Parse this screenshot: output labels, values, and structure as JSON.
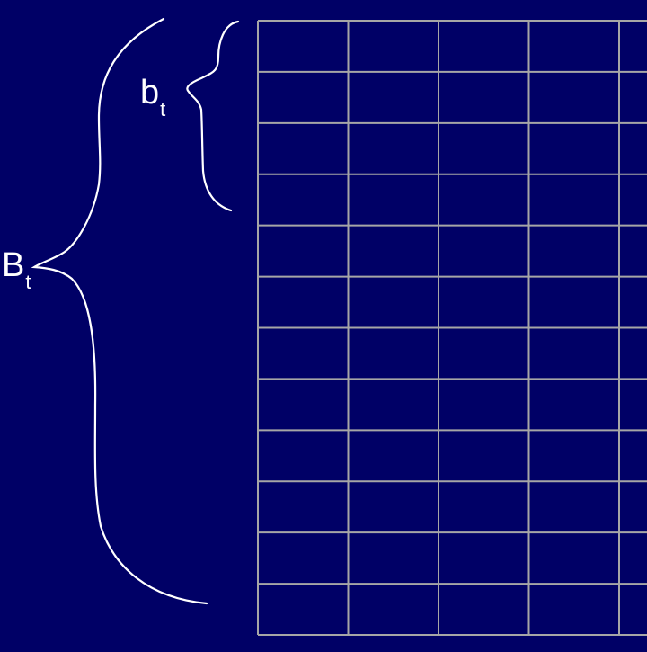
{
  "labels": {
    "outer": {
      "main": "B",
      "sub": "t"
    },
    "inner": {
      "main": "b",
      "sub": "t"
    }
  },
  "grid": {
    "rows": 12,
    "cols_visible": 4,
    "line_color": "#a6a6a6"
  },
  "colors": {
    "background": "#000066",
    "brace": "#ffffff",
    "text": "#ffffff"
  }
}
